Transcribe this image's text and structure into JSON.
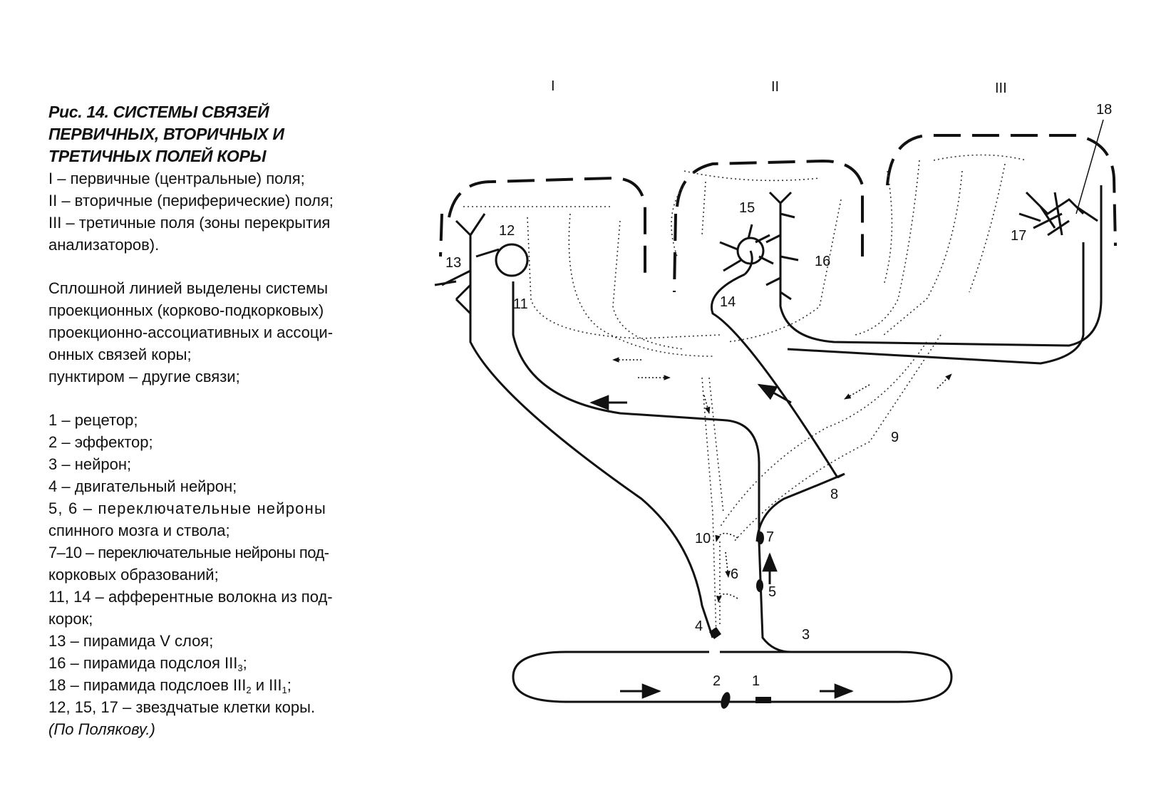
{
  "caption": {
    "title": "Рис. 14. СИСТЕМЫ СВЯЗЕЙ\nПЕРВИЧНЫХ, ВТОРИЧНЫХ И\nТРЕТИЧНЫХ ПОЛЕЙ КОРЫ",
    "fields": [
      "I – первичные (центральные) поля;",
      "II – вторичные (периферические) поля;",
      "III – третичные поля (зоны перекрытия",
      "анализаторов)."
    ],
    "legend_lines": [
      "Сплошной линией выделены системы",
      "проекционных (корково-подкорковых)",
      "проекционно-ассоциативных и ассоци-",
      "онных связей коры;",
      "пунктиром – другие связи;"
    ],
    "items": [
      "1 – рецетор;",
      "2 – эффектор;",
      "3 – нейрон;",
      "4 – двигательный нейрон;",
      "5, 6 – переключательные нейроны",
      "спинного мозга и ствола;",
      "7–10 – переключательные нейроны под-",
      "корковых образований;",
      "11, 14 – афферентные волокна из под-",
      "корок;",
      "13 – пирамида V слоя;"
    ],
    "item_16": {
      "text": "16 – пирамида подслоя III",
      "sub": "3",
      "after": ";"
    },
    "item_18": {
      "text": "18 – пирамида подслоев III",
      "sub1": "2",
      "mid": " и III",
      "sub2": "1",
      "after": ";"
    },
    "item_stars": "12, 15, 17 – звездчатые клетки коры.",
    "source": "(По Полякову.)"
  },
  "diagram": {
    "field_labels": {
      "I": "I",
      "II": "II",
      "III": "III"
    },
    "numbers": {
      "n1": "1",
      "n2": "2",
      "n3": "3",
      "n4": "4",
      "n5": "5",
      "n6": "6",
      "n7": "7",
      "n8": "8",
      "n9": "9",
      "n10": "10",
      "n11": "11",
      "n12": "12",
      "n13": "13",
      "n14": "14",
      "n15": "15",
      "n16": "16",
      "n17": "17",
      "n18": "18"
    }
  }
}
